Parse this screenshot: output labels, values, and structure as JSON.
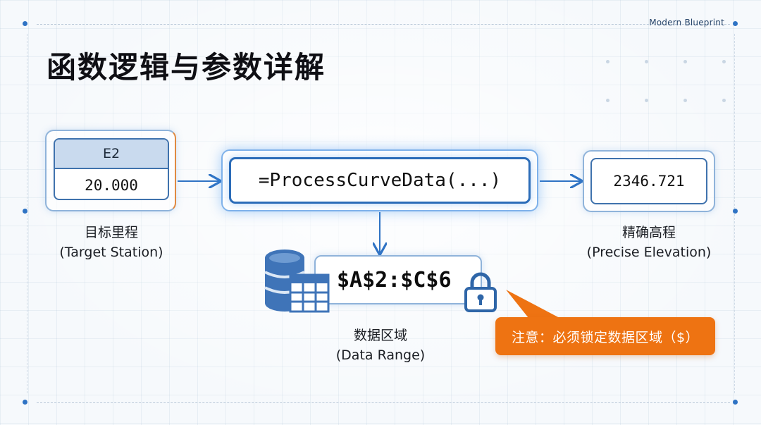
{
  "brand": "Modern Blueprint",
  "title": "函数逻辑与参数详解",
  "input_cell": {
    "header": "E2",
    "value": "20.000",
    "label_cn": "目标里程",
    "label_en": "(Target Station)"
  },
  "formula": {
    "text": "=ProcessCurveData(...)"
  },
  "result": {
    "value": "2346.721",
    "label_cn": "精确高程",
    "label_en": "(Precise Elevation)"
  },
  "data_range": {
    "reference": "$A$2:$C$6",
    "label_cn": "数据区域",
    "label_en": "(Data Range)",
    "icons": [
      "database-icon",
      "table-grid-icon",
      "lock-icon"
    ]
  },
  "note": {
    "text": "注意：必须锁定数据区域（$）"
  },
  "colors": {
    "accent_blue": "#2b6cb8",
    "accent_orange": "#ee7312",
    "title": "#0f0f14"
  }
}
